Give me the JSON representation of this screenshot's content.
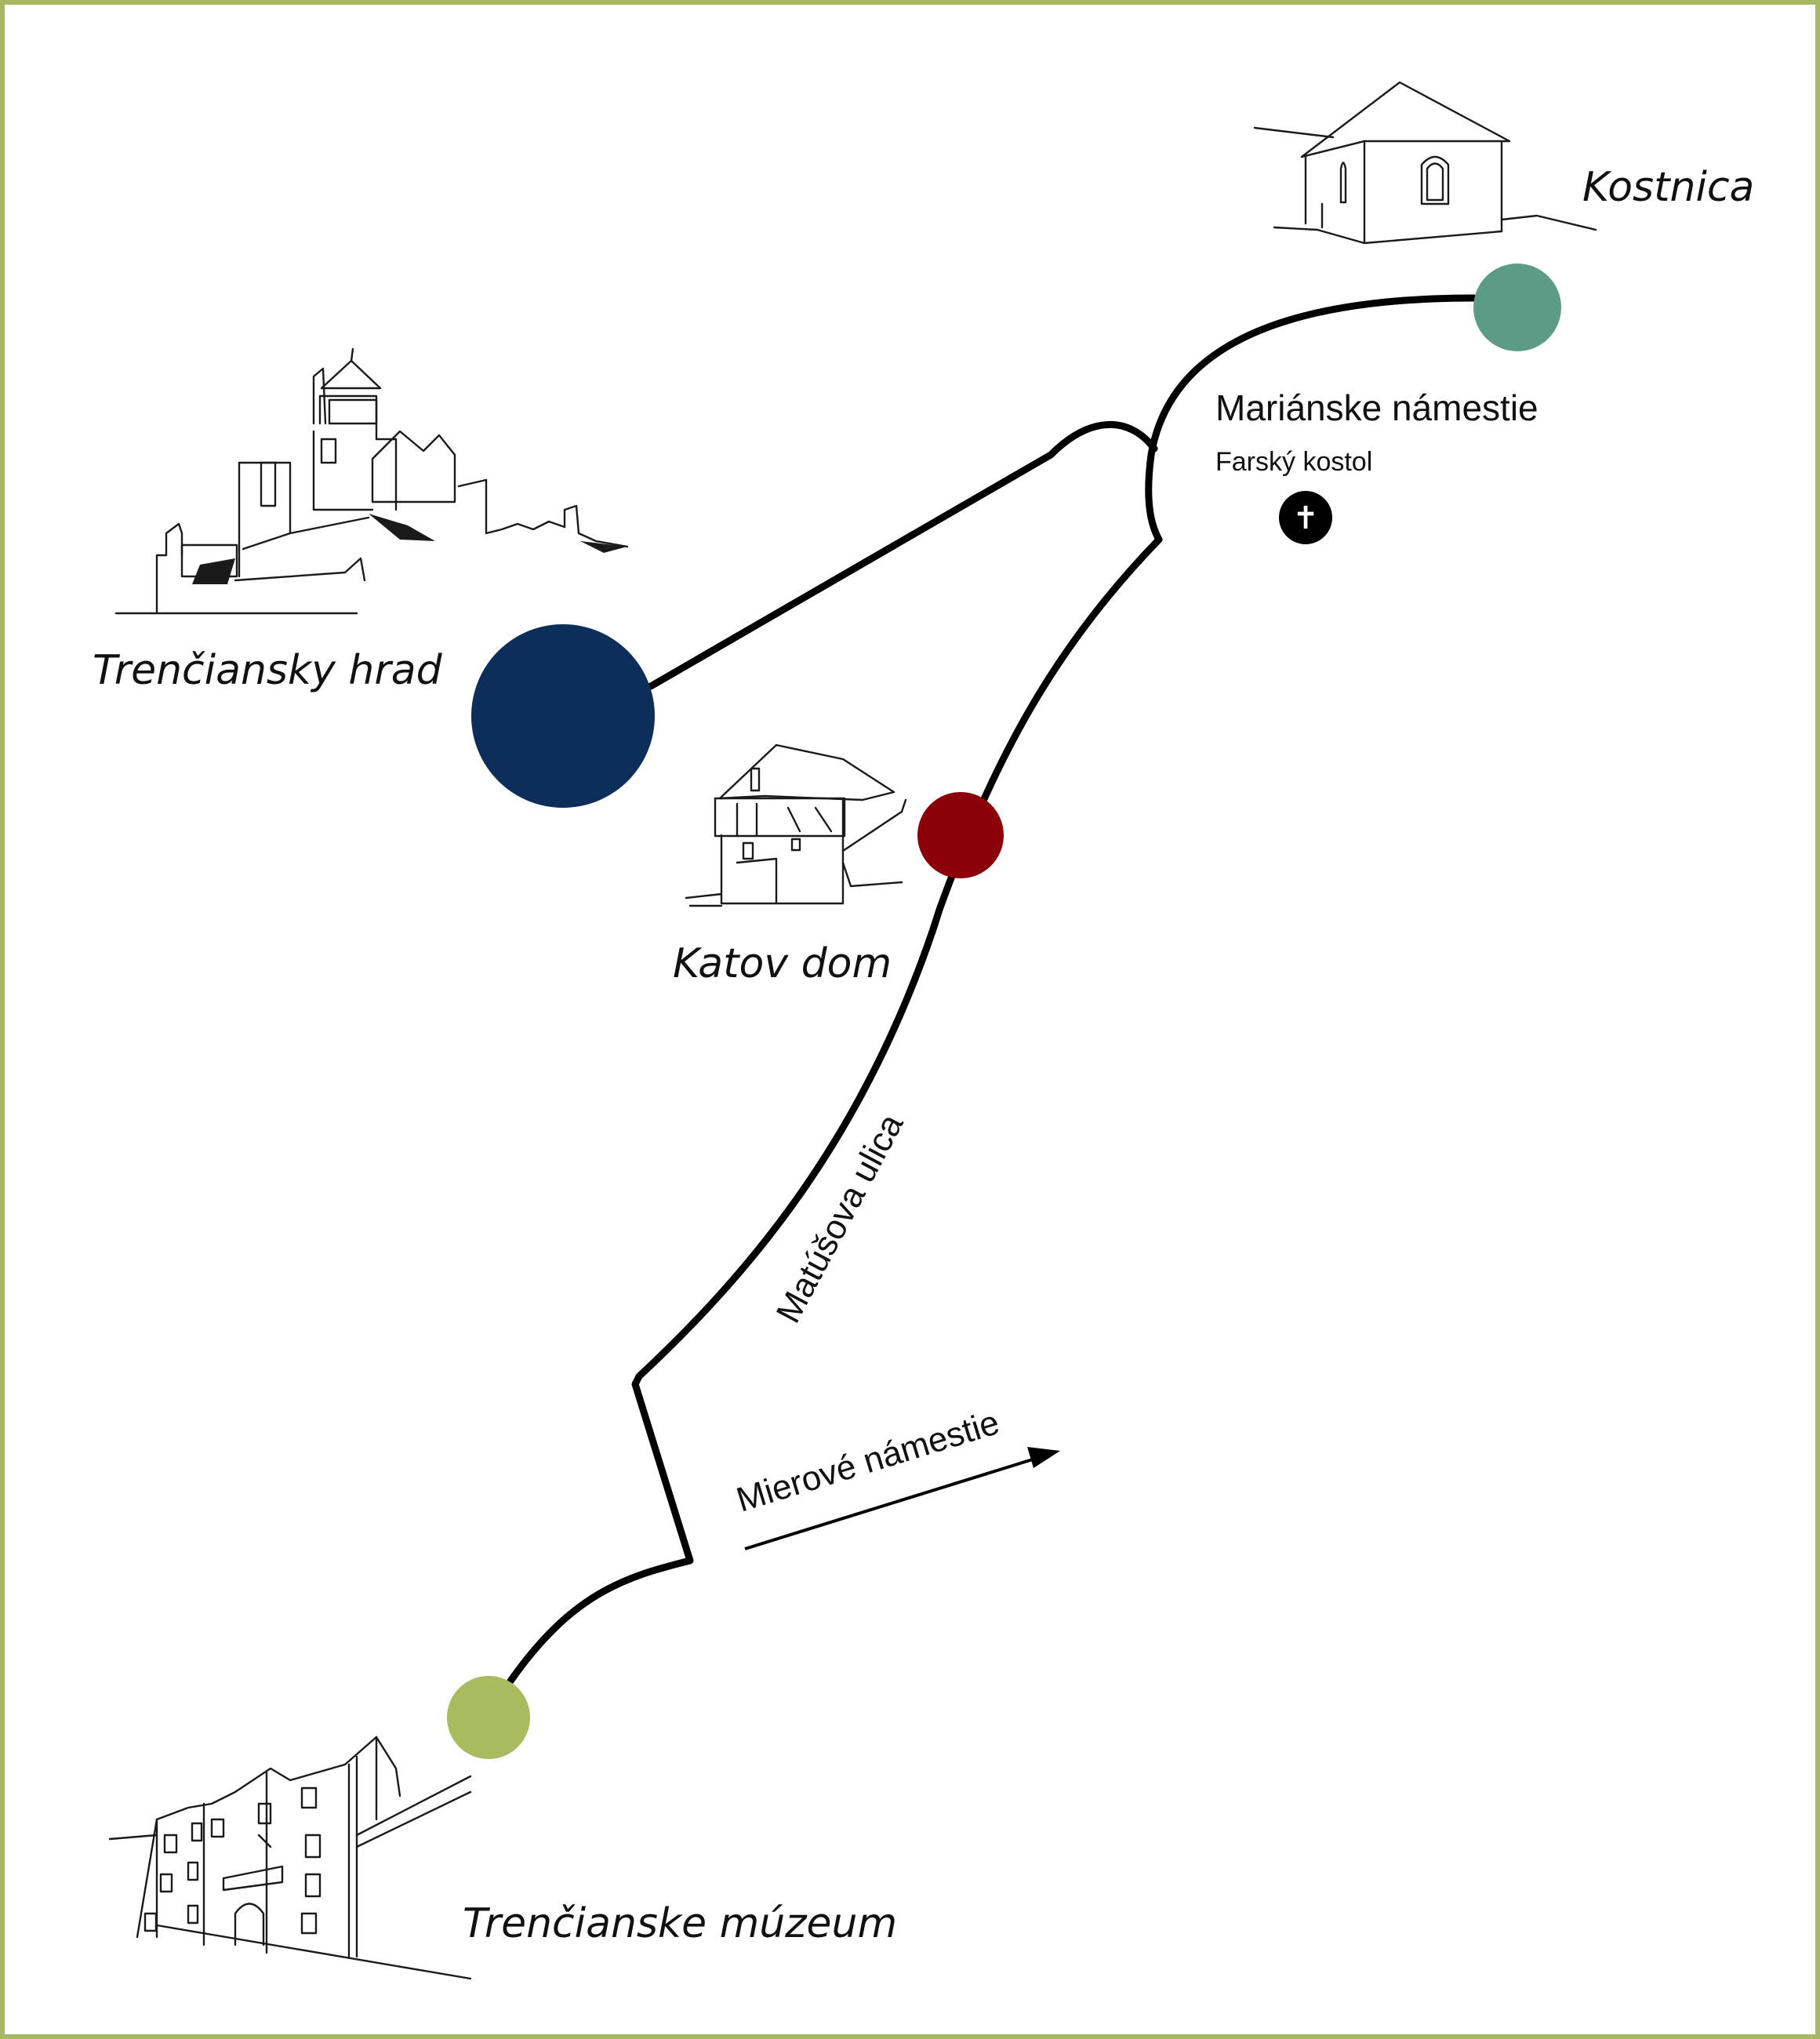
{
  "colors": {
    "frame": "#a8b860",
    "trencin_castle": "#0d2e5a",
    "hangman_house": "#8b0009",
    "ossuary": "#5c9c86",
    "museum": "#a8bb5e",
    "church_marker": "#000000"
  },
  "places": {
    "castle": "Trenčiansky hrad",
    "ossuary": "Kostnica",
    "hangman_house": "Katov dom",
    "museum": "Trenčianske múzeum"
  },
  "streets": {
    "matusova": "Matúšova ulica",
    "mierove": "Mierové námestie",
    "marianske": "Mariánske námestie"
  },
  "landmarks": {
    "church": "Farský kostol",
    "church_icon": "cross-icon"
  }
}
